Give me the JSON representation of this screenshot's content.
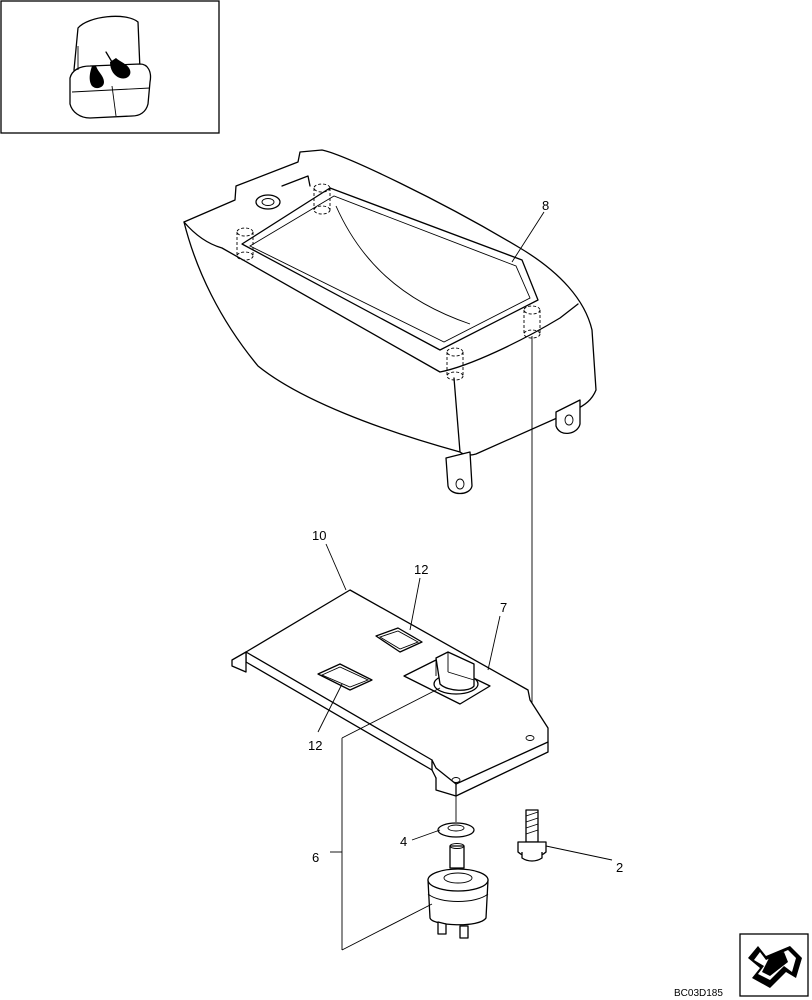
{
  "callouts": {
    "c8": "8",
    "c10": "10",
    "c12a": "12",
    "c12b": "12",
    "c7": "7",
    "c6": "6",
    "c4": "4",
    "c2": "2"
  },
  "drawing_code": "BC03D185",
  "icons": {
    "locator": "machine-locator-thumbnail-icon",
    "nav": "next-page-arrow-icon"
  }
}
